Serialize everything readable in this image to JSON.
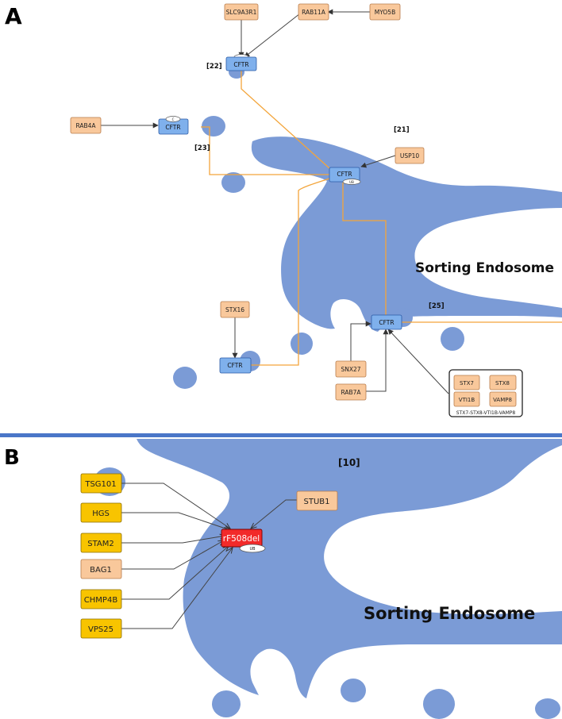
{
  "colors": {
    "endosome": "#7b9bd6",
    "protein_salmon": "#f9c89b",
    "protein_salmon_border": "#b87c4c",
    "cftr_blue": "#7fb0ec",
    "cftr_border": "#2b5aa5",
    "yellow": "#f8c400",
    "yellow_border": "#8a6d00",
    "red": "#f22a2a",
    "orange_line": "#f3a53b",
    "divider": "#4a76c8"
  },
  "panel_a": {
    "letter": "A",
    "compartment_label": "Sorting Endosome",
    "refs": {
      "r22": "[22]",
      "r23": "[23]",
      "r21": "[21]",
      "r25": "[25]"
    },
    "nodes": {
      "slc9a3r1": "SLC9A3R1",
      "rab11a": "RAB11A",
      "myo5b": "MYO5B",
      "rab4a": "RAB4A",
      "usp10": "USP10",
      "stx16": "STX16",
      "snx27": "SNX27",
      "rab7a": "RAB7A",
      "cftr_top": "CFTR",
      "cftr_left": "CFTR",
      "cftr_center": "CFTR",
      "cftr_right": "CFTR",
      "cftr_bottom": "CFTR",
      "state_c": "C",
      "state_ub": "UB"
    },
    "complex": {
      "label": "STX7-STX8-VTI1B-VAMP8",
      "members": {
        "stx7": "STX7",
        "stx8": "STX8",
        "vti1b": "VTI1B",
        "vamp8": "VAMP8"
      }
    }
  },
  "panel_b": {
    "letter": "B",
    "compartment_label": "Sorting Endosome",
    "ref": "[10]",
    "nodes": {
      "tsg101": "TSG101",
      "hgs": "HGS",
      "stam2": "STAM2",
      "bag1": "BAG1",
      "chmp4b": "CHMP4B",
      "vps25": "VPS25",
      "stub1": "STUB1",
      "central": "rF508del",
      "state_ub": "UB"
    }
  }
}
